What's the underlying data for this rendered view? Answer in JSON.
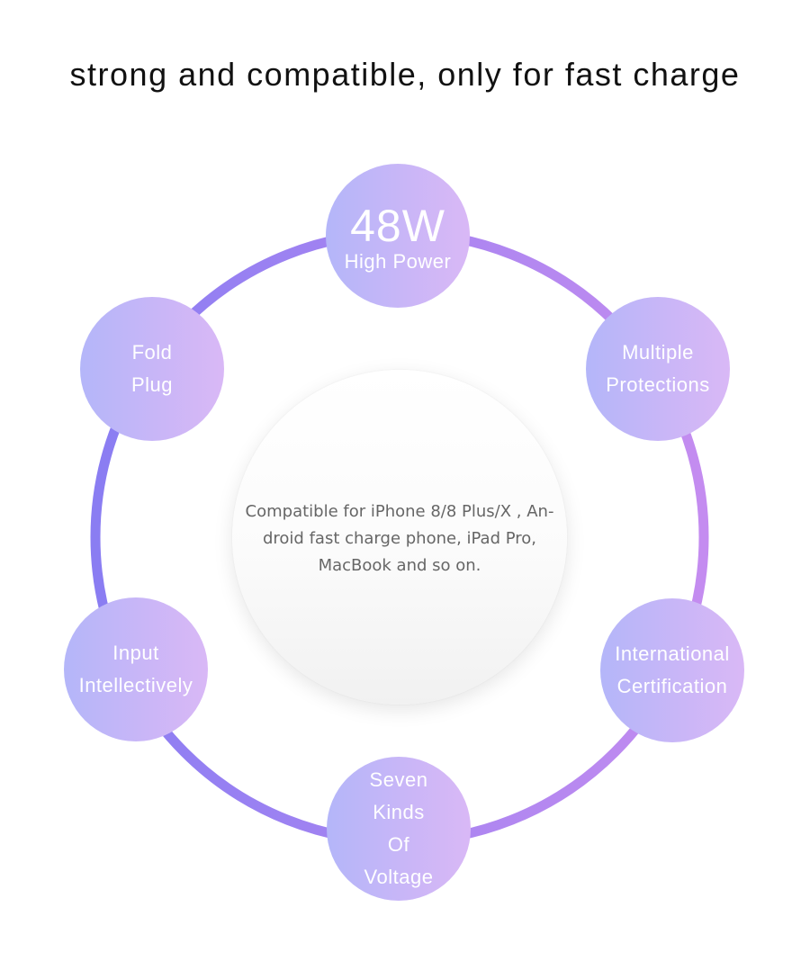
{
  "title": "strong and compatible, only for fast charge",
  "center": {
    "lines": [
      "Compatible for iPhone 8/8 Plus/X , An-",
      "droid fast charge phone, iPad Pro,",
      "MacBook and so on."
    ]
  },
  "nodes": {
    "power": {
      "value": "48W",
      "label": "High Power"
    },
    "protections": {
      "label": "Multiple\nProtections"
    },
    "certification": {
      "label": "International\nCertification"
    },
    "voltage": {
      "label": "Seven\nKinds\nOf\nVoltage"
    },
    "input": {
      "label": "Input\nIntellectively"
    },
    "fold": {
      "label": "Fold\nPlug"
    }
  },
  "colors": {
    "ring_start": "#8a7df2",
    "ring_end": "#c48cf0",
    "node_left": "#b4b6f9",
    "node_right": "#d9b8f6"
  }
}
